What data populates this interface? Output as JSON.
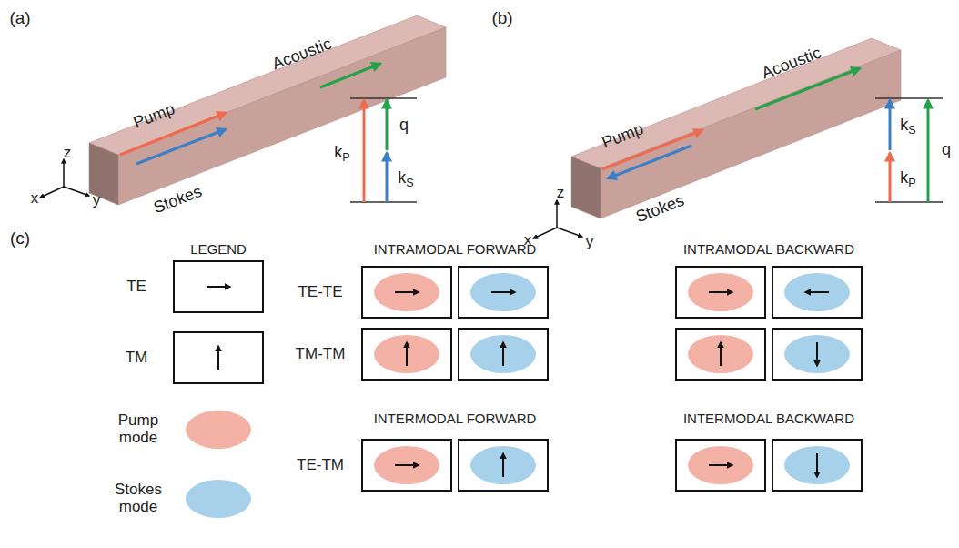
{
  "diagram": {
    "labels": [
      "(a)",
      "Acoustic",
      "Pump",
      "Stokes",
      "z",
      "x",
      "y",
      "kP",
      "q",
      "kS",
      "(b)",
      "Acoustic",
      "Pump",
      "Stokes",
      "z",
      "x",
      "y",
      "kS",
      "kP",
      "q",
      "(c)",
      "LEGEND",
      "INTRAMODAL FORWARD",
      "INTRAMODAL BACKWARD",
      "TE-TE",
      "TM-TM",
      "INTERMODAL FORWARD",
      "INTERMODAL BACKWARD",
      "TE-TM"
    ],
    "legend": [
      {
        "text": "TE"
      },
      {
        "text": "TM"
      },
      {
        "text": "Pump mode",
        "color": "#f4b2a6"
      },
      {
        "text": "Stokes mode",
        "color": "#a7d0ea"
      }
    ]
  }
}
